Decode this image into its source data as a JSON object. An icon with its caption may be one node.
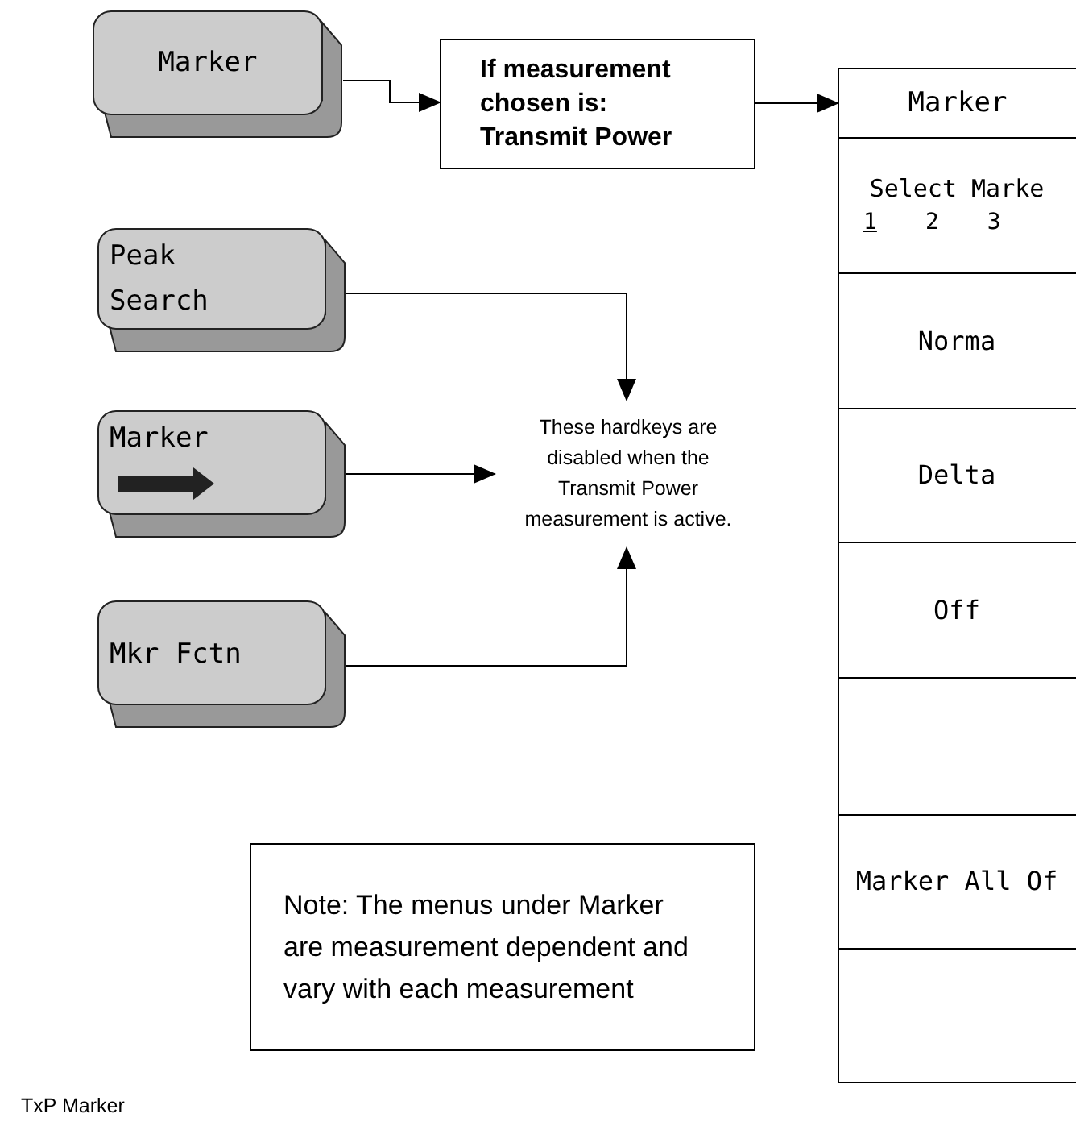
{
  "diagram": {
    "caption": "TxP Marker",
    "nodes": [
      {
        "text": [
          "Marker"
        ]
      },
      {
        "text": [
          "If measurement chosen is: Transmit Power"
        ]
      },
      {
        "text": [
          "Marker"
        ]
      },
      {
        "text": [
          "Select Marke",
          "1",
          "2",
          "3"
        ],
        "in": 2
      },
      {
        "text": [
          "Norma"
        ],
        "in": 2
      },
      {
        "text": [
          "Delta"
        ],
        "in": 2
      },
      {
        "text": [
          "Off"
        ],
        "in": 2
      },
      {
        "text": [],
        "shape": "box",
        "in": 2
      },
      {
        "text": [
          "Marker All Of"
        ],
        "in": 2
      },
      {
        "text": [],
        "shape": "box",
        "in": 2
      },
      {
        "text": [
          "Peak",
          "Search"
        ]
      },
      {
        "text": [
          "Marker"
        ]
      },
      {
        "text": [
          "Mkr Fctn"
        ]
      },
      {
        "text": [
          "These hardkeys are disabled when the Transmit Power measurement is active."
        ]
      },
      {
        "text": [
          "Note: The menus under Marker are measurement dependent and vary with each measurement"
        ]
      }
    ],
    "edges": [
      {
        "from": 0,
        "to": 1,
        "arrow": "to"
      },
      {
        "from": 1,
        "to": 2,
        "arrow": "to"
      },
      {
        "from": 10,
        "to": 13,
        "arrow": "to"
      },
      {
        "from": 11,
        "to": 13,
        "arrow": "to"
      },
      {
        "from": 12,
        "to": 13,
        "arrow": "to"
      }
    ]
  }
}
